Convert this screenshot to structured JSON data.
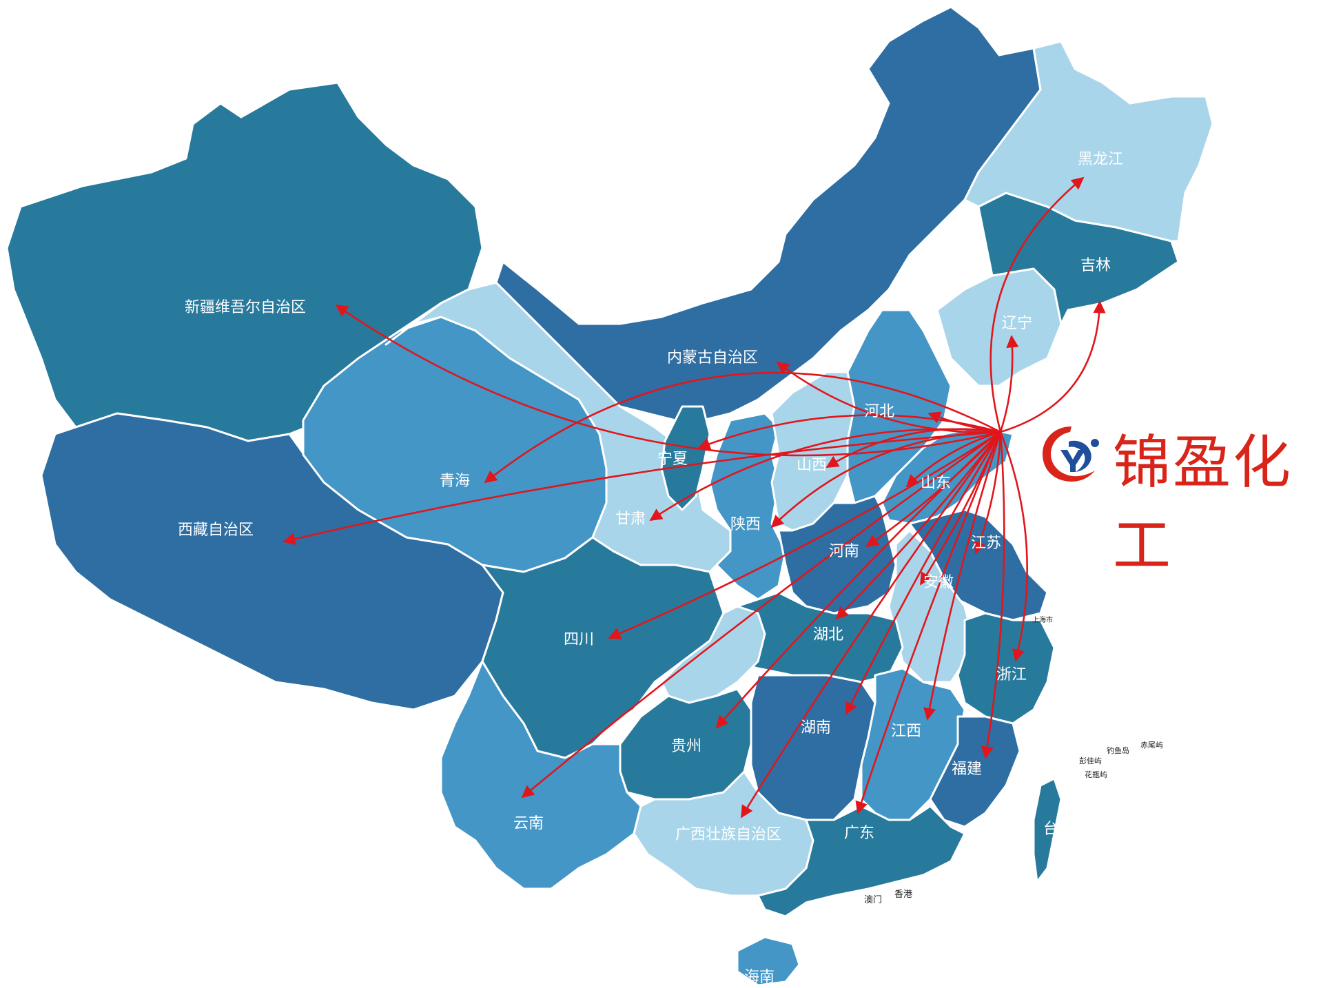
{
  "brand": {
    "name": "锦盈化工",
    "color": "#d9241a",
    "logo_icon": "jinying-logo-icon"
  },
  "colors": {
    "dark": "#2e6ea3",
    "teal": "#287a9c",
    "mid": "#4496c6",
    "light": "#a9d5ea",
    "arrow": "#e0161c"
  },
  "origin_label": "",
  "provinces": [
    {
      "key": "xinjiang",
      "name": "新疆维吾尔自治区",
      "tone": "teal"
    },
    {
      "key": "xizang",
      "name": "西藏自治区",
      "tone": "dark"
    },
    {
      "key": "qinghai",
      "name": "青海",
      "tone": "mid"
    },
    {
      "key": "neimenggu",
      "name": "内蒙古自治区",
      "tone": "dark"
    },
    {
      "key": "gansu",
      "name": "甘肃",
      "tone": "light"
    },
    {
      "key": "ningxia",
      "name": "宁夏",
      "tone": "teal"
    },
    {
      "key": "shaanxi",
      "name": "陕西",
      "tone": "mid"
    },
    {
      "key": "shanxi",
      "name": "山西",
      "tone": "light"
    },
    {
      "key": "hebei",
      "name": "河北",
      "tone": "mid"
    },
    {
      "key": "shandong",
      "name": "山东",
      "tone": "mid"
    },
    {
      "key": "henan",
      "name": "河南",
      "tone": "dark"
    },
    {
      "key": "jiangsu",
      "name": "江苏",
      "tone": "dark"
    },
    {
      "key": "anhui",
      "name": "安徽",
      "tone": "light"
    },
    {
      "key": "sichuan",
      "name": "四川",
      "tone": "teal"
    },
    {
      "key": "hubei",
      "name": "湖北",
      "tone": "teal"
    },
    {
      "key": "zhejiang",
      "name": "浙江",
      "tone": "teal"
    },
    {
      "key": "chongqing",
      "name": "",
      "tone": "light"
    },
    {
      "key": "guizhou",
      "name": "贵州",
      "tone": "teal"
    },
    {
      "key": "hunan",
      "name": "湖南",
      "tone": "dark"
    },
    {
      "key": "jiangxi",
      "name": "江西",
      "tone": "mid"
    },
    {
      "key": "fujian",
      "name": "福建",
      "tone": "dark"
    },
    {
      "key": "yunnan",
      "name": "云南",
      "tone": "mid"
    },
    {
      "key": "guangxi",
      "name": "广西壮族自治区",
      "tone": "light"
    },
    {
      "key": "guangdong",
      "name": "广东",
      "tone": "teal"
    },
    {
      "key": "hainan",
      "name": "海南",
      "tone": "mid"
    },
    {
      "key": "taiwan",
      "name": "台湾",
      "tone": "teal"
    },
    {
      "key": "heilongjiang",
      "name": "黑龙江",
      "tone": "light"
    },
    {
      "key": "jilin",
      "name": "吉林",
      "tone": "teal"
    },
    {
      "key": "liaoning",
      "name": "辽宁",
      "tone": "light"
    }
  ],
  "small_labels": {
    "macau": "澳门",
    "hongkong": "香港",
    "shanghai": "上海市",
    "islands": [
      "钓鱼岛",
      "赤尾屿",
      "彭佳屿",
      "花瓶屿"
    ]
  },
  "arrow_targets": [
    "xinjiang",
    "xizang",
    "qinghai",
    "neimenggu",
    "gansu",
    "ningxia",
    "shaanxi",
    "shanxi",
    "hebei",
    "shandong",
    "henan",
    "jiangsu",
    "anhui",
    "sichuan",
    "hubei",
    "zhejiang",
    "guizhou",
    "hunan",
    "jiangxi",
    "fujian",
    "yunnan",
    "guangxi",
    "guangdong",
    "heilongjiang",
    "jilin",
    "liaoning"
  ]
}
